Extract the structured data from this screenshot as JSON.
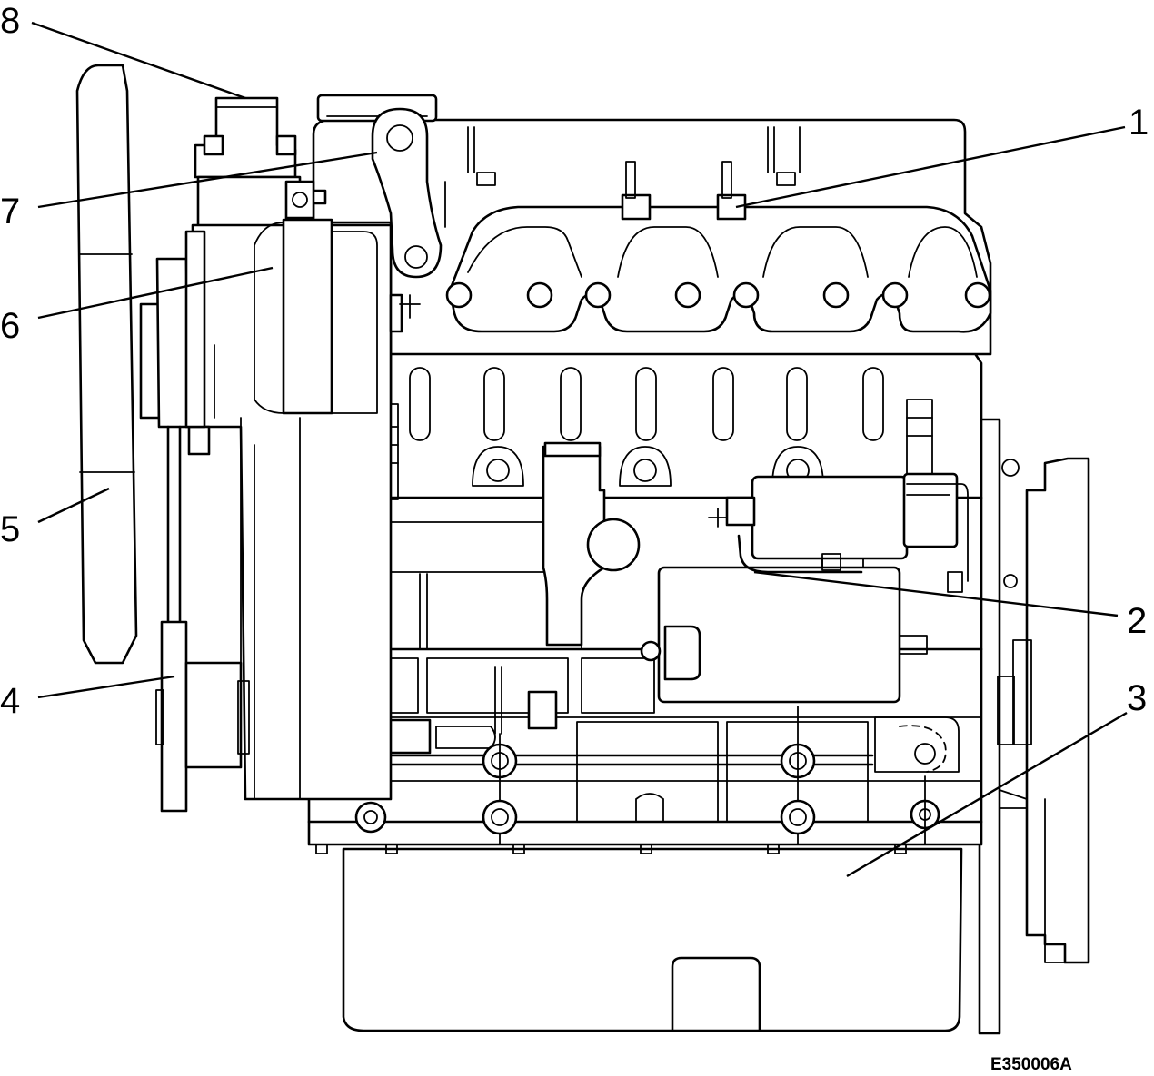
{
  "figure": {
    "code": "E350006A",
    "callouts": [
      "1",
      "2",
      "3",
      "4",
      "5",
      "6",
      "7",
      "8"
    ]
  }
}
